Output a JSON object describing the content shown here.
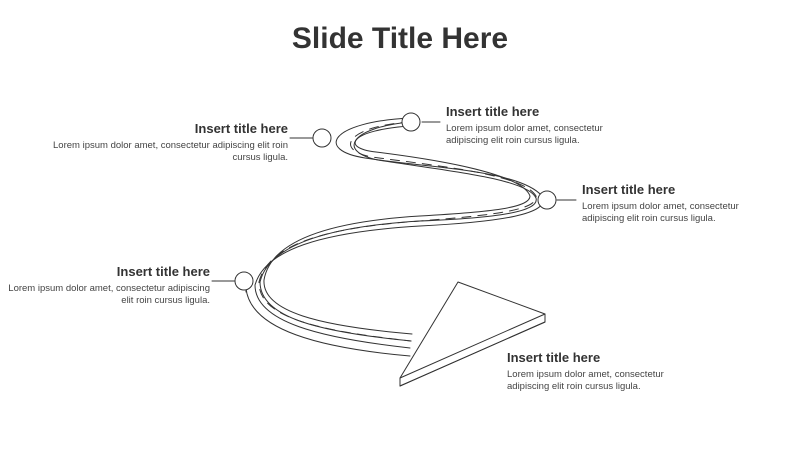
{
  "slide": {
    "title": "Slide Title Here"
  },
  "milestones": [
    {
      "title": "Insert title here",
      "text": "Lorem ipsum dolor amet, consectetur adipiscing elit roin cursus ligula."
    },
    {
      "title": "Insert title here",
      "text": "Lorem ipsum dolor amet, consectetur adipiscing elit roin cursus ligula."
    },
    {
      "title": "Insert title here",
      "text": "Lorem ipsum dolor amet, consectetur adipiscing elit roin cursus ligula."
    },
    {
      "title": "Insert title here",
      "text": "Lorem ipsum dolor amet, consectetur adipiscing elit roin cursus ligula."
    },
    {
      "title": "Insert title here",
      "text": "Lorem ipsum dolor amet, consectetur adipiscing elit roin cursus ligula."
    }
  ],
  "colors": {
    "stroke": "#333333",
    "text": "#333333"
  }
}
